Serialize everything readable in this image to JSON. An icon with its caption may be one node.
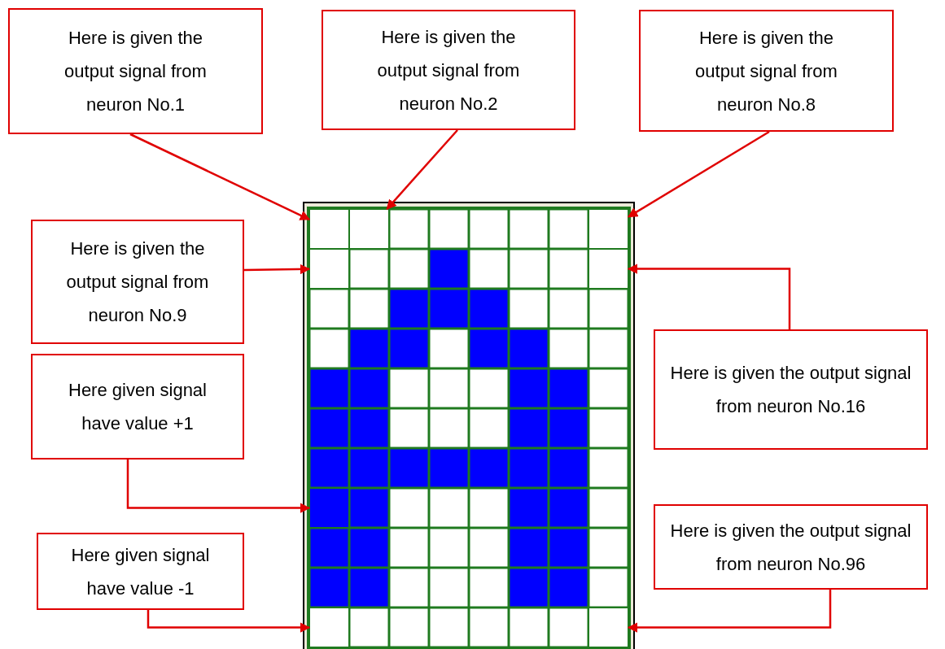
{
  "diagram": {
    "nodes": [
      {
        "text": [
          "Here is given the output signal from neuron No.1"
        ]
      },
      {
        "text": [
          "Here is given the output signal from neuron No.2"
        ]
      },
      {
        "text": [
          "Here is given the output signal from neuron No.8"
        ]
      },
      {
        "text": [
          "Here is given the output signal from neuron No.9"
        ]
      },
      {
        "text": [
          "Here is given the output signal from neuron No.16"
        ]
      },
      {
        "text": [
          "Here given signal have value +1"
        ]
      },
      {
        "text": [
          "Here given signal have value -1"
        ]
      },
      {
        "text": [
          "Here is given the output signal from neuron No.96"
        ]
      },
      {
        "text": [],
        "shape": "box"
      },
      {
        "text": [],
        "shape": "box"
      },
      {
        "text": [],
        "shape": "box"
      },
      {
        "text": [],
        "shape": "box"
      },
      {
        "text": [],
        "shape": "box"
      },
      {
        "text": [],
        "shape": "box"
      },
      {
        "text": [],
        "shape": "box"
      },
      {
        "text": [],
        "shape": "box"
      }
    ],
    "edges": [
      {
        "from": 0,
        "to": 8,
        "arrow": "to"
      },
      {
        "from": 1,
        "to": 9,
        "arrow": "to"
      },
      {
        "from": 2,
        "to": 10,
        "arrow": "to"
      },
      {
        "from": 3,
        "to": 11,
        "arrow": "to"
      },
      {
        "from": 4,
        "to": 12,
        "arrow": "to"
      },
      {
        "from": 5,
        "to": 13,
        "arrow": "to"
      },
      {
        "from": 6,
        "to": 14,
        "arrow": "to"
      },
      {
        "from": 7,
        "to": 15,
        "arrow": "to"
      }
    ]
  }
}
